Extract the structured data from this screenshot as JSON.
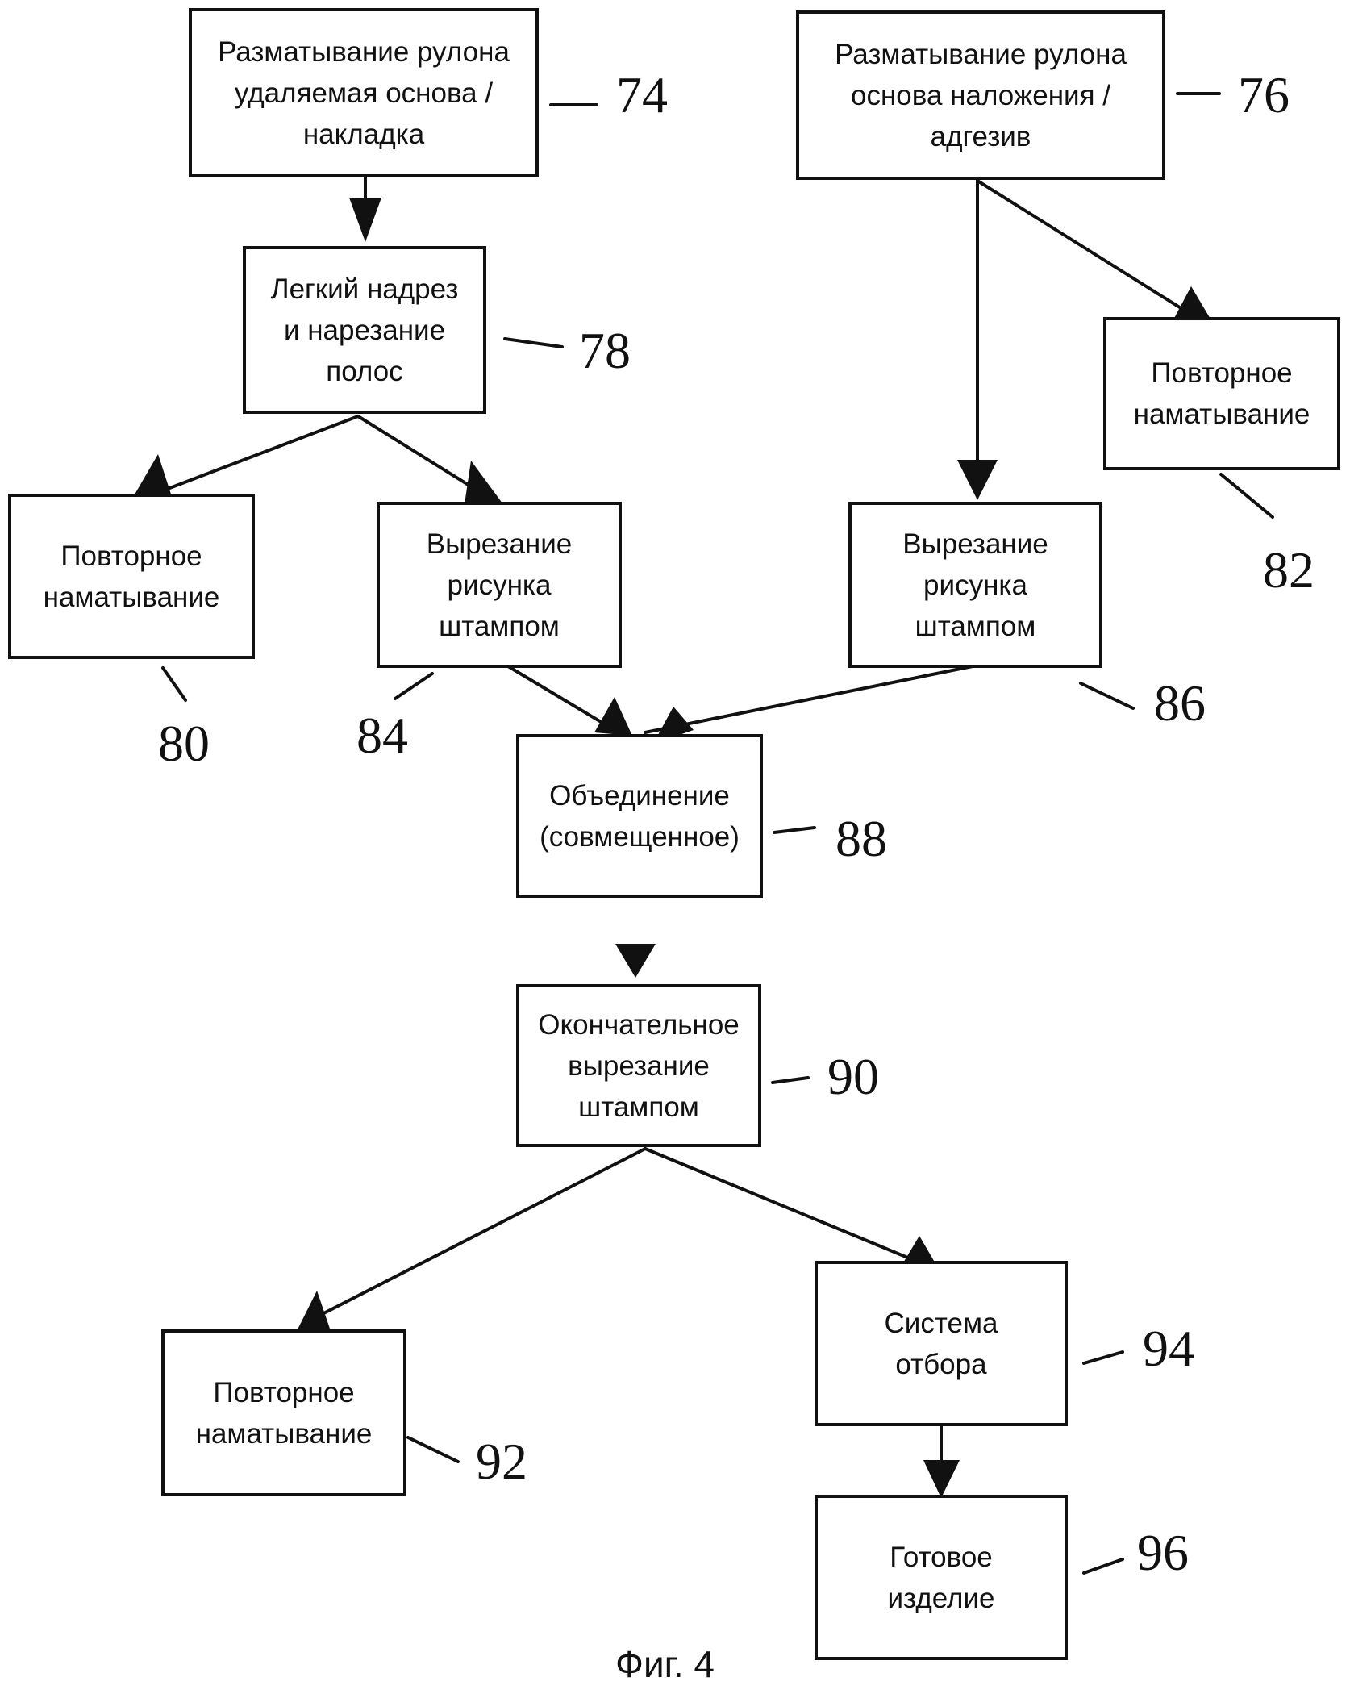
{
  "boxes": {
    "unwind_release": [
      "Разматывание рулона",
      "удаляемая основа /",
      "накладка"
    ],
    "unwind_overlay": [
      "Разматывание рулона",
      "основа наложения /",
      "адгезив"
    ],
    "kiss_cut": [
      "Легкий надрез",
      "и нарезание",
      "полос"
    ],
    "rewind_82": [
      "Повторное",
      "наматывание"
    ],
    "rewind_80": [
      "Повторное",
      "наматывание"
    ],
    "diecut_84": [
      "Вырезание",
      "рисунка",
      "штампом"
    ],
    "diecut_86": [
      "Вырезание",
      "рисунка",
      "штампом"
    ],
    "combine": [
      "Объединение",
      "(совмещенное)"
    ],
    "final_diecut": [
      "Окончательное",
      "вырезание",
      "штампом"
    ],
    "rewind_92": [
      "Повторное",
      "наматывание"
    ],
    "pickup": [
      "Система",
      "отбора"
    ],
    "finished": [
      "Готовое",
      "изделие"
    ]
  },
  "refs": {
    "r74": "74",
    "r76": "76",
    "r78": "78",
    "r82": "82",
    "r80": "80",
    "r84": "84",
    "r86": "86",
    "r88": "88",
    "r90": "90",
    "r92": "92",
    "r94": "94",
    "r96": "96"
  },
  "caption": "Фиг. 4"
}
